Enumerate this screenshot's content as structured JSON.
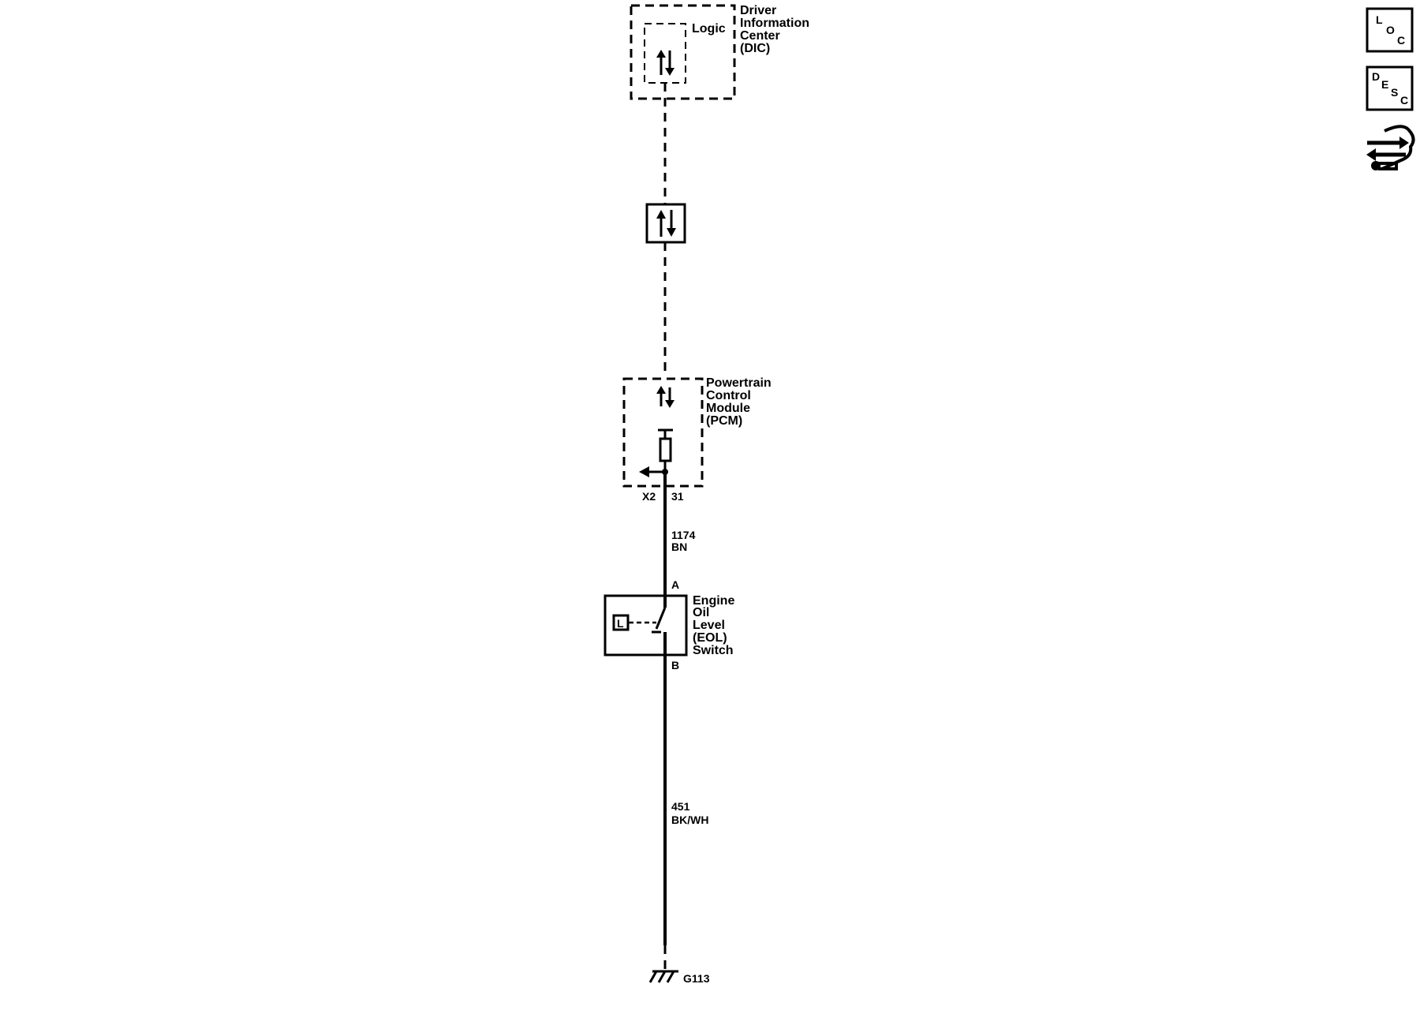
{
  "dic": {
    "title_lines": [
      "Driver",
      "Information",
      "Center",
      "(DIC)"
    ],
    "logic_label": "Logic"
  },
  "pcm": {
    "title_lines": [
      "Powertrain",
      "Control",
      "Module",
      "(PCM)"
    ],
    "connector": "X2",
    "pin": "31"
  },
  "wire_pcm_to_eol": {
    "circuit": "1174",
    "color": "BN"
  },
  "eol_switch": {
    "title_lines": [
      "Engine",
      "Oil",
      "Level",
      "(EOL)",
      "Switch"
    ],
    "pin_a": "A",
    "pin_b": "B",
    "symbol_letter": "L"
  },
  "wire_eol_to_ground": {
    "circuit": "451",
    "color": "BK/WH"
  },
  "ground": {
    "label": "G113"
  },
  "side_icons": {
    "loc": {
      "letters": [
        "L",
        "O",
        "C"
      ],
      "icon": "location-icon"
    },
    "desc": {
      "letters": [
        "D",
        "E",
        "S",
        "C"
      ],
      "icon": "description-icon"
    },
    "repair": {
      "icon": "repair-wrench-icon"
    }
  }
}
